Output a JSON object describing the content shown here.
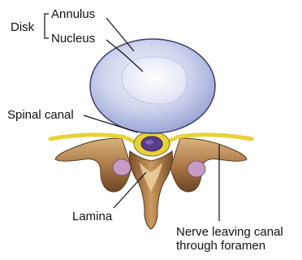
{
  "labels": {
    "disk": "Disk",
    "annulus": "Annulus",
    "nucleus": "Nucleus",
    "spinal_canal": "Spinal canal",
    "lamina": "Lamina",
    "nerve_line1": "Nerve leaving canal",
    "nerve_line2": "through foramen"
  },
  "colors": {
    "disk_outer": "#b9c1e6",
    "disk_inner": "#e6e9f7",
    "disk_outline": "#3b3f6e",
    "bone_dark": "#6e4a26",
    "bone_light": "#d8b07c",
    "nerve": "#e8d23a",
    "canal": "#5a3c8c",
    "line": "#111111"
  }
}
